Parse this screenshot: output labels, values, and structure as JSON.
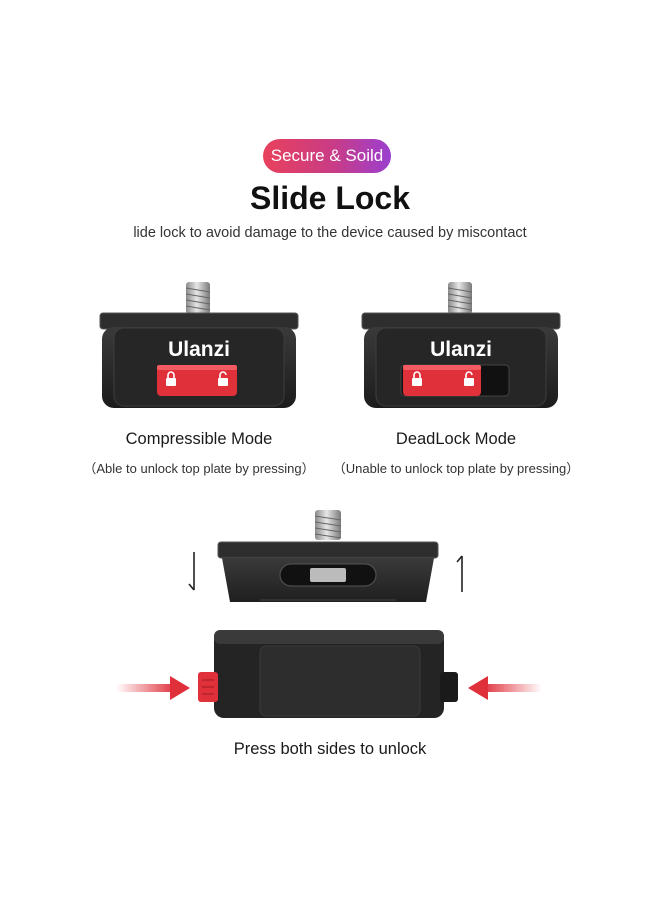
{
  "badge": {
    "label": "Secure & Soild"
  },
  "header": {
    "title": "Slide Lock",
    "subtitle": "lide lock to avoid damage to the device caused by miscontact"
  },
  "brand": {
    "logo": "Ulanzi"
  },
  "modes": [
    {
      "title": "Compressible Mode",
      "description": "（Able to unlock top plate by pressing）"
    },
    {
      "title": "DeadLock Mode",
      "description": "（Unable to unlock top plate by pressing）"
    }
  ],
  "caption": "Press both sides to unlock",
  "icons": [
    "lock-icon",
    "unlock-icon",
    "arrow-down-icon",
    "arrow-up-icon",
    "red-arrow-right-icon",
    "red-arrow-left-icon"
  ],
  "colors": {
    "badge_start": "#e8415c",
    "badge_end": "#9b3fd0",
    "accent_red": "#e0303a",
    "body_dark": "#2b2b2b"
  }
}
